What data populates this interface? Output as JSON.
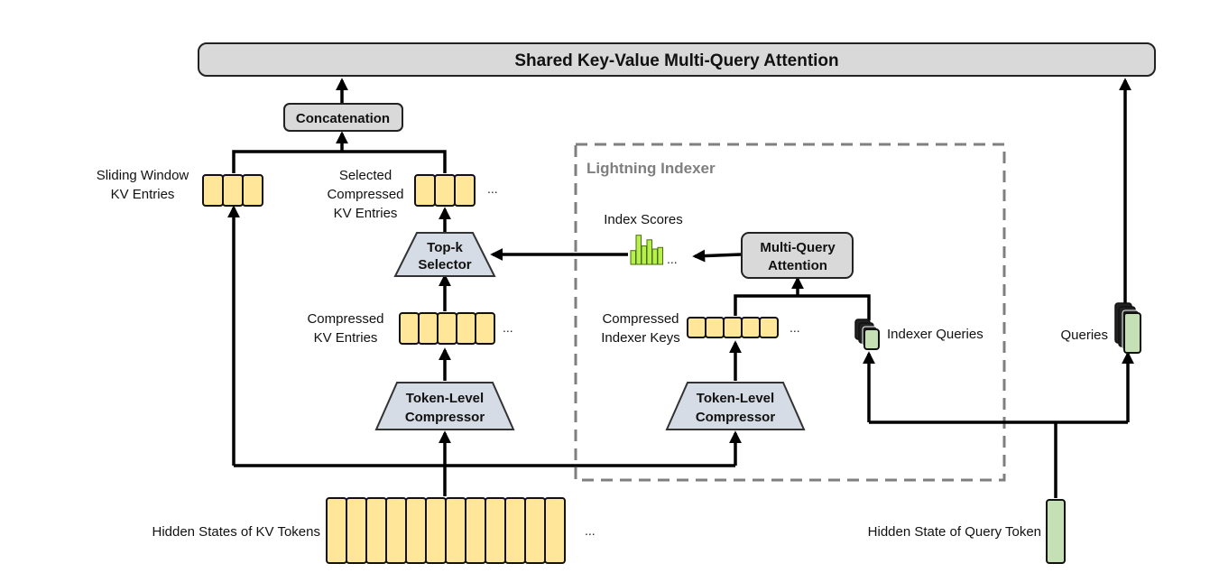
{
  "title": "Shared Key-Value Multi-Query Attention",
  "labels": {
    "concatenation": "Concatenation",
    "sliding_window": [
      "Sliding Window",
      "KV Entries"
    ],
    "selected_compressed": [
      "Selected",
      "Compressed",
      "KV Entries"
    ],
    "topk": [
      "Top-k",
      "Selector"
    ],
    "compressed_kv": [
      "Compressed",
      "KV Entries"
    ],
    "token_compressor": [
      "Token-Level",
      "Compressor"
    ],
    "hidden_kv": "Hidden States of KV Tokens",
    "lightning_indexer": "Lightning Indexer",
    "index_scores": "Index Scores",
    "mqa": [
      "Multi-Query",
      "Attention"
    ],
    "compressed_indexer_keys": [
      "Compressed",
      "Indexer Keys"
    ],
    "indexer_queries": "Indexer Queries",
    "queries": "Queries",
    "hidden_query": "Hidden State of Query Token",
    "ellipsis": "..."
  },
  "index_score_bars": [
    0.45,
    0.95,
    0.6,
    0.8,
    0.5,
    0.55
  ],
  "colors": {
    "kv_cell": "#ffe699",
    "query_cell": "#c5e0b4",
    "module_gray": "#d9d9d9",
    "compressor_blue": "#d6dce5",
    "score_green": "#b6f04a",
    "indexer_border": "#7f7f7f"
  }
}
